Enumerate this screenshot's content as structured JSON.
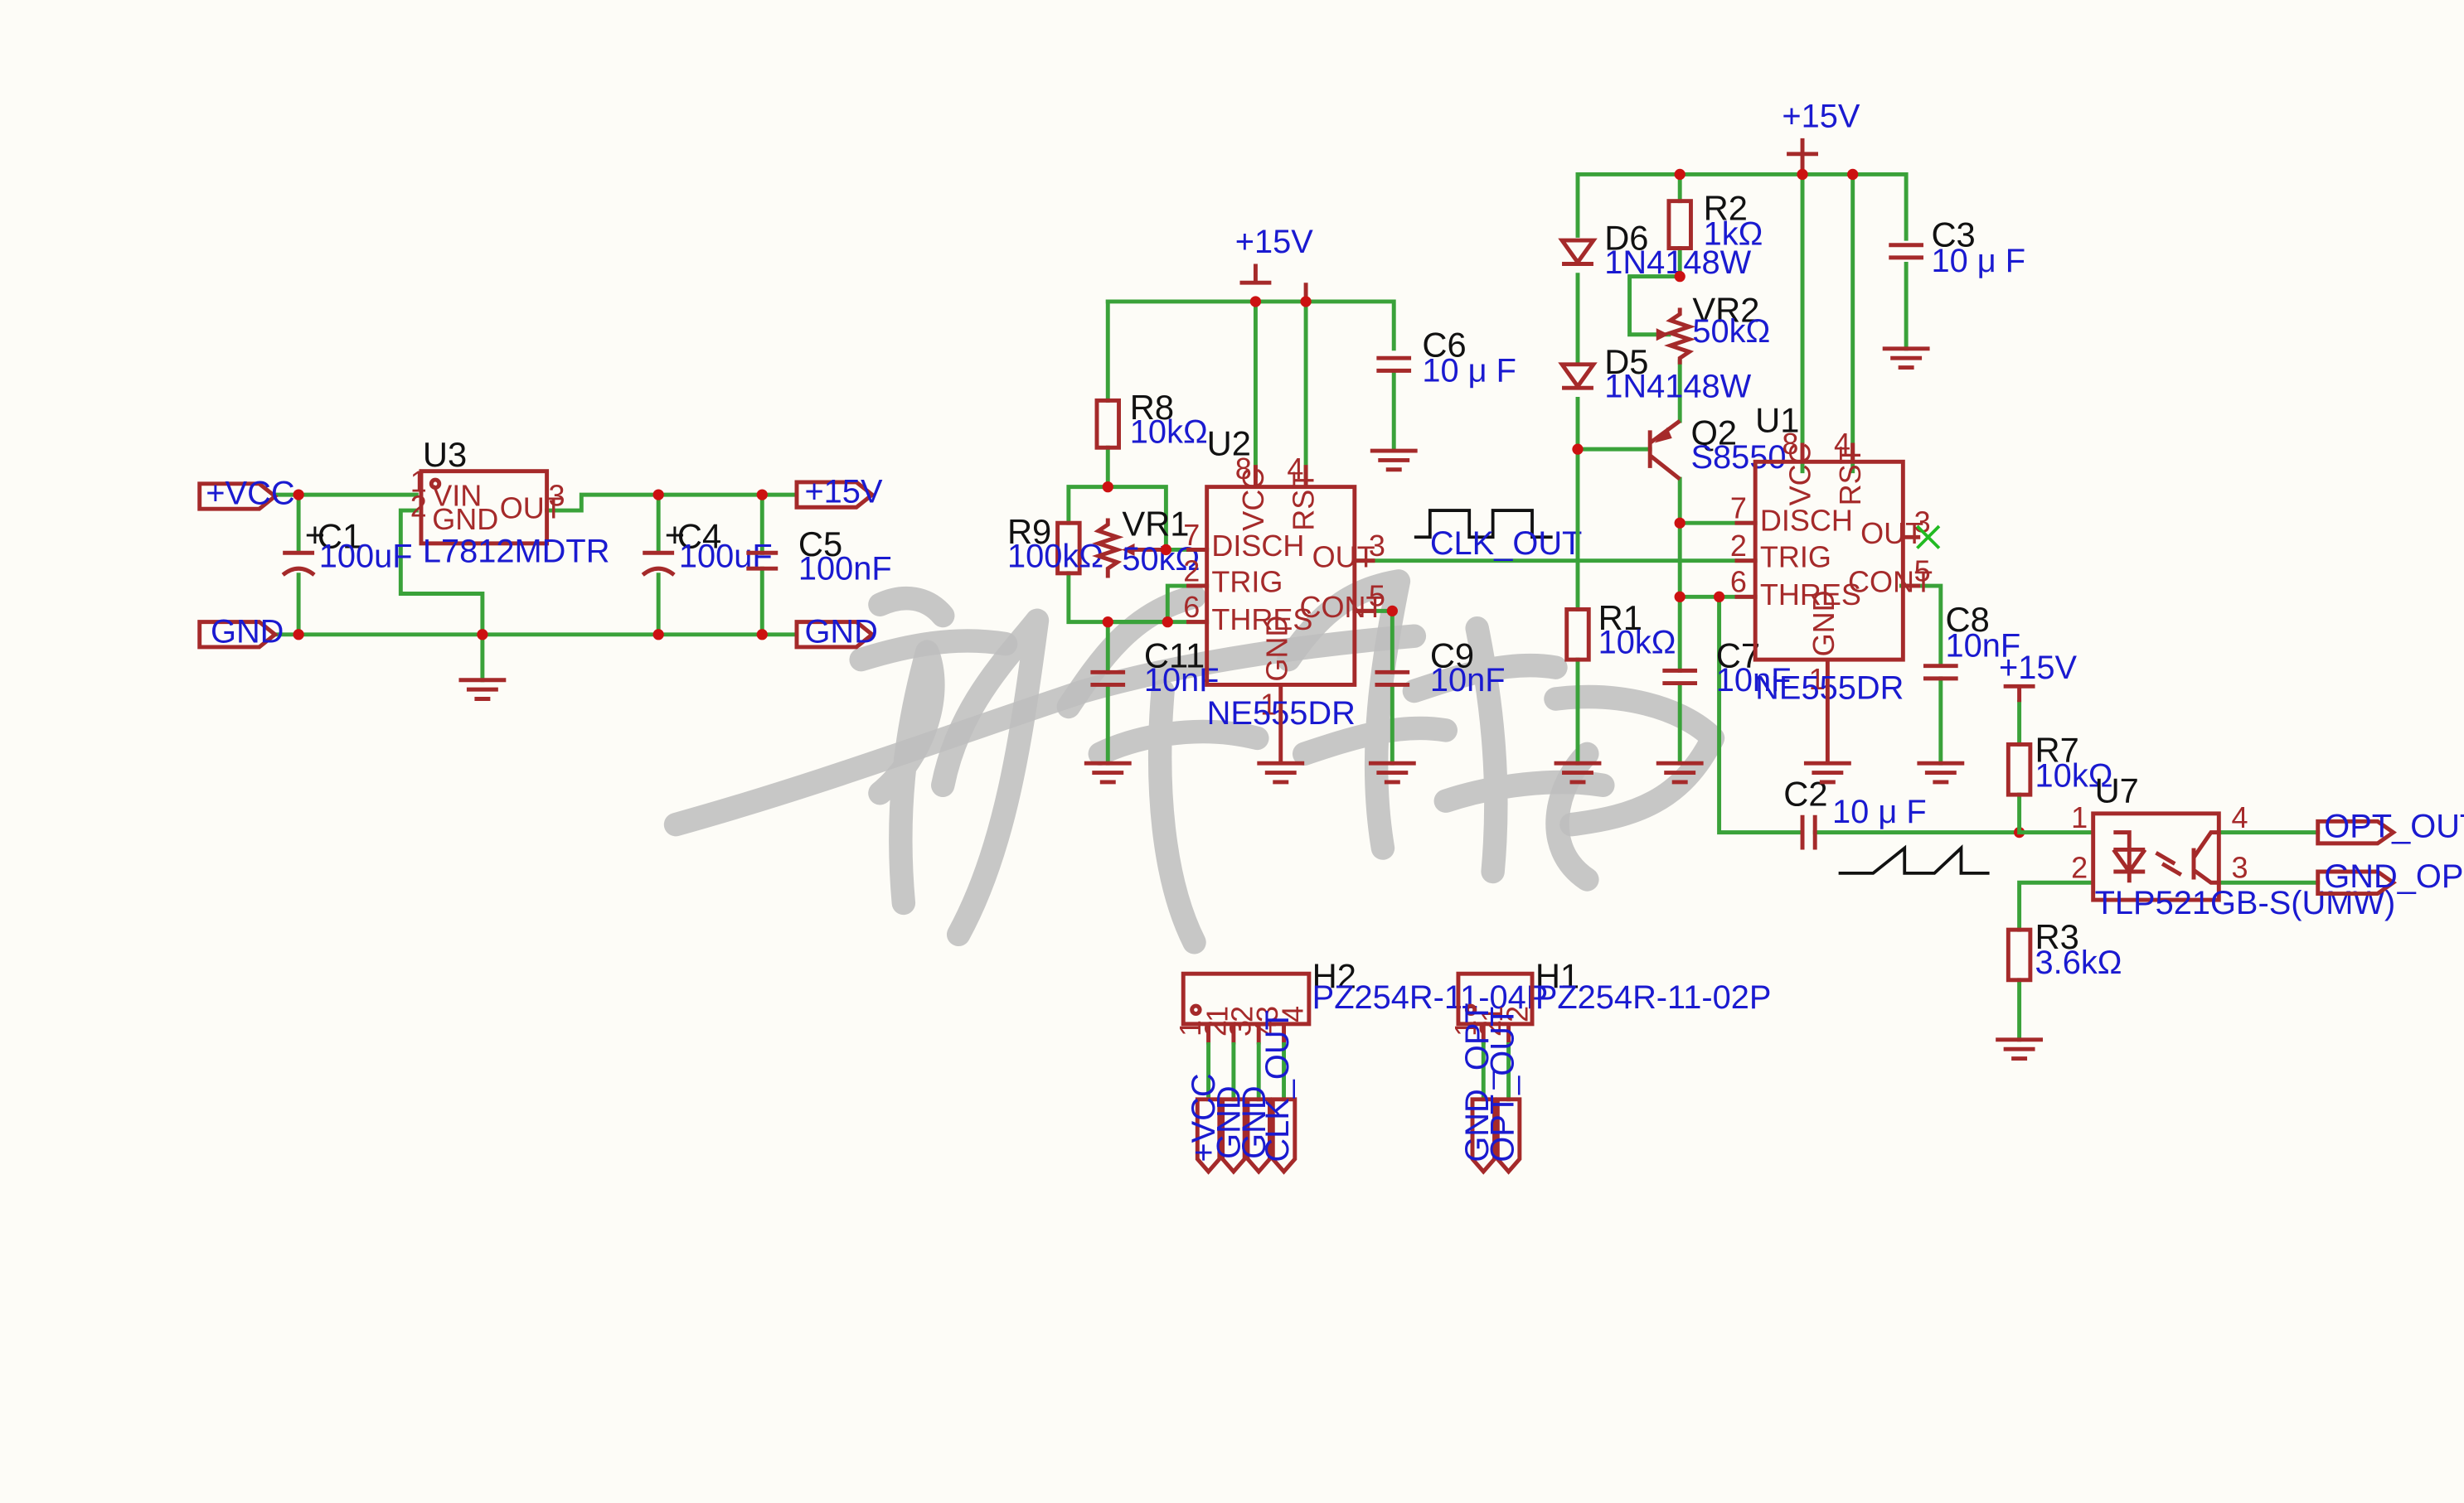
{
  "ports": {
    "vcc_in": "+VCC",
    "gnd_in": "GND",
    "p15_out": "+15V",
    "gnd_out": "GND",
    "opt_out": "OPT_OUT",
    "gnd_opt": "GND_OPT",
    "h2_vcc": "+VCC",
    "h2_gnd1": "GND",
    "h2_gnd2": "GND",
    "h2_clk": "CLK_OUT",
    "h1_gndopt": "GND_OPT",
    "h1_optout": "OPT_OUT"
  },
  "power": {
    "u2_vcc": "+15V",
    "u1_vcc": "+15V",
    "u7_vcc": "+15V"
  },
  "net_labels": {
    "clk_out": "CLK_OUT"
  },
  "components": {
    "U3": {
      "ref": "U3",
      "value": "L7812MDTR",
      "pins": {
        "vin": "VIN",
        "gnd": "GND",
        "out": "OUT",
        "n1": "1",
        "n2": "2",
        "n3": "3"
      }
    },
    "C1": {
      "ref": "C1",
      "value": "100uF"
    },
    "C4": {
      "ref": "C4",
      "value": "100uF"
    },
    "C5": {
      "ref": "C5",
      "value": "100nF"
    },
    "U2": {
      "ref": "U2",
      "value": "NE555DR",
      "pins": {
        "vcc": "VCC",
        "rst": "RST",
        "disch": "DISCH",
        "trig": "TRIG",
        "thres": "THRES",
        "out": "OUT",
        "cont": "CONT",
        "gnd": "GND",
        "n8": "8",
        "n4": "4",
        "n7": "7",
        "n2": "2",
        "n6": "6",
        "n3": "3",
        "n5": "5",
        "n1": "1"
      }
    },
    "U1": {
      "ref": "U1",
      "value": "NE555DR",
      "pins": {
        "vcc": "VCC",
        "rst": "RST",
        "disch": "DISCH",
        "trig": "TRIG",
        "thres": "THRES",
        "out": "OUT",
        "cont": "CONT",
        "gnd": "GND",
        "n8": "8",
        "n4": "4",
        "n7": "7",
        "n2": "2",
        "n6": "6",
        "n3": "3",
        "n5": "5",
        "n1": "1"
      }
    },
    "R8": {
      "ref": "R8",
      "value": "10kΩ"
    },
    "R9": {
      "ref": "R9",
      "value": "100kΩ"
    },
    "VR1": {
      "ref": "VR1",
      "value": "50kΩ"
    },
    "C6": {
      "ref": "C6",
      "value": "10 μ F"
    },
    "C11": {
      "ref": "C11",
      "value": "10nF"
    },
    "C9": {
      "ref": "C9",
      "value": "10nF"
    },
    "D6": {
      "ref": "D6",
      "value": "1N4148W"
    },
    "D5": {
      "ref": "D5",
      "value": "1N4148W"
    },
    "R2": {
      "ref": "R2",
      "value": "1kΩ"
    },
    "VR2": {
      "ref": "VR2",
      "value": "50kΩ"
    },
    "Q2": {
      "ref": "Q2",
      "value": "S8550"
    },
    "R1": {
      "ref": "R1",
      "value": "10kΩ"
    },
    "C7": {
      "ref": "C7",
      "value": "10nF"
    },
    "C3": {
      "ref": "C3",
      "value": "10 μ F"
    },
    "C8": {
      "ref": "C8",
      "value": "10nF"
    },
    "C2": {
      "ref": "C2",
      "value": "10 μ F"
    },
    "R7": {
      "ref": "R7",
      "value": "10kΩ"
    },
    "R3": {
      "ref": "R3",
      "value": "3.6kΩ"
    },
    "U7": {
      "ref": "U7",
      "value": "TLP521GB-S(UMW)",
      "pins": {
        "n1": "1",
        "n2": "2",
        "n3": "3",
        "n4": "4"
      }
    },
    "H2": {
      "ref": "H2",
      "value": "PZ254R-11-04P",
      "pins": [
        "1",
        "2",
        "3",
        "4"
      ]
    },
    "H1": {
      "ref": "H1",
      "value": "PZ254R-11-02P",
      "pins": [
        "1",
        "2"
      ]
    }
  },
  "colors": {
    "wire": "#3aa23a",
    "symbol": "#a52a2a",
    "junction": "#cc1111",
    "label": "#1a1ad0",
    "background": "#fdfcf7",
    "watermark": "#bdbdbd",
    "no_connect": "#22bb22"
  }
}
